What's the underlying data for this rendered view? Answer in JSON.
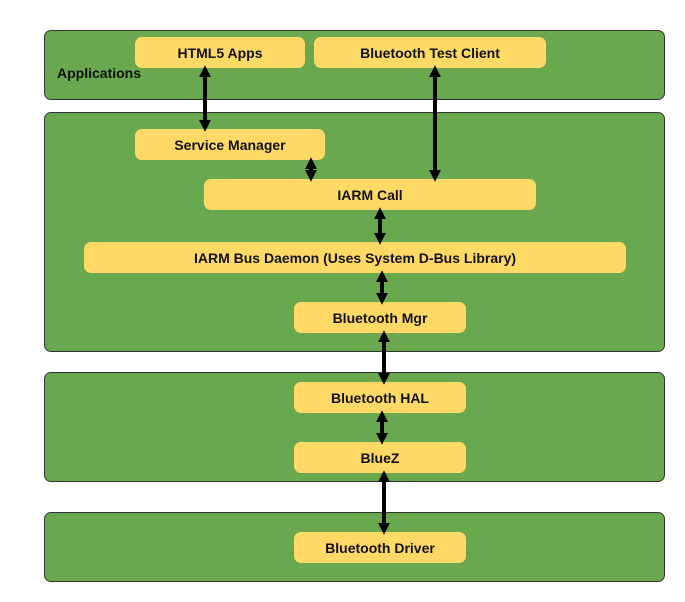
{
  "colors": {
    "layer_fill": "#6aa84f",
    "box_fill": "#ffd966",
    "border": "#333333",
    "arrow": "#000000"
  },
  "layers": {
    "applications_label": "Applications"
  },
  "components": {
    "html5_apps": "HTML5 Apps",
    "bt_test_client": "Bluetooth Test Client",
    "service_manager": "Service Manager",
    "iarm_call": "IARM Call",
    "iarm_bus_daemon": "IARM Bus Daemon (Uses System D-Bus Library)",
    "bluetooth_mgr": "Bluetooth Mgr",
    "bluetooth_hal": "Bluetooth HAL",
    "bluez": "BlueZ",
    "bluetooth_driver": "Bluetooth Driver"
  }
}
